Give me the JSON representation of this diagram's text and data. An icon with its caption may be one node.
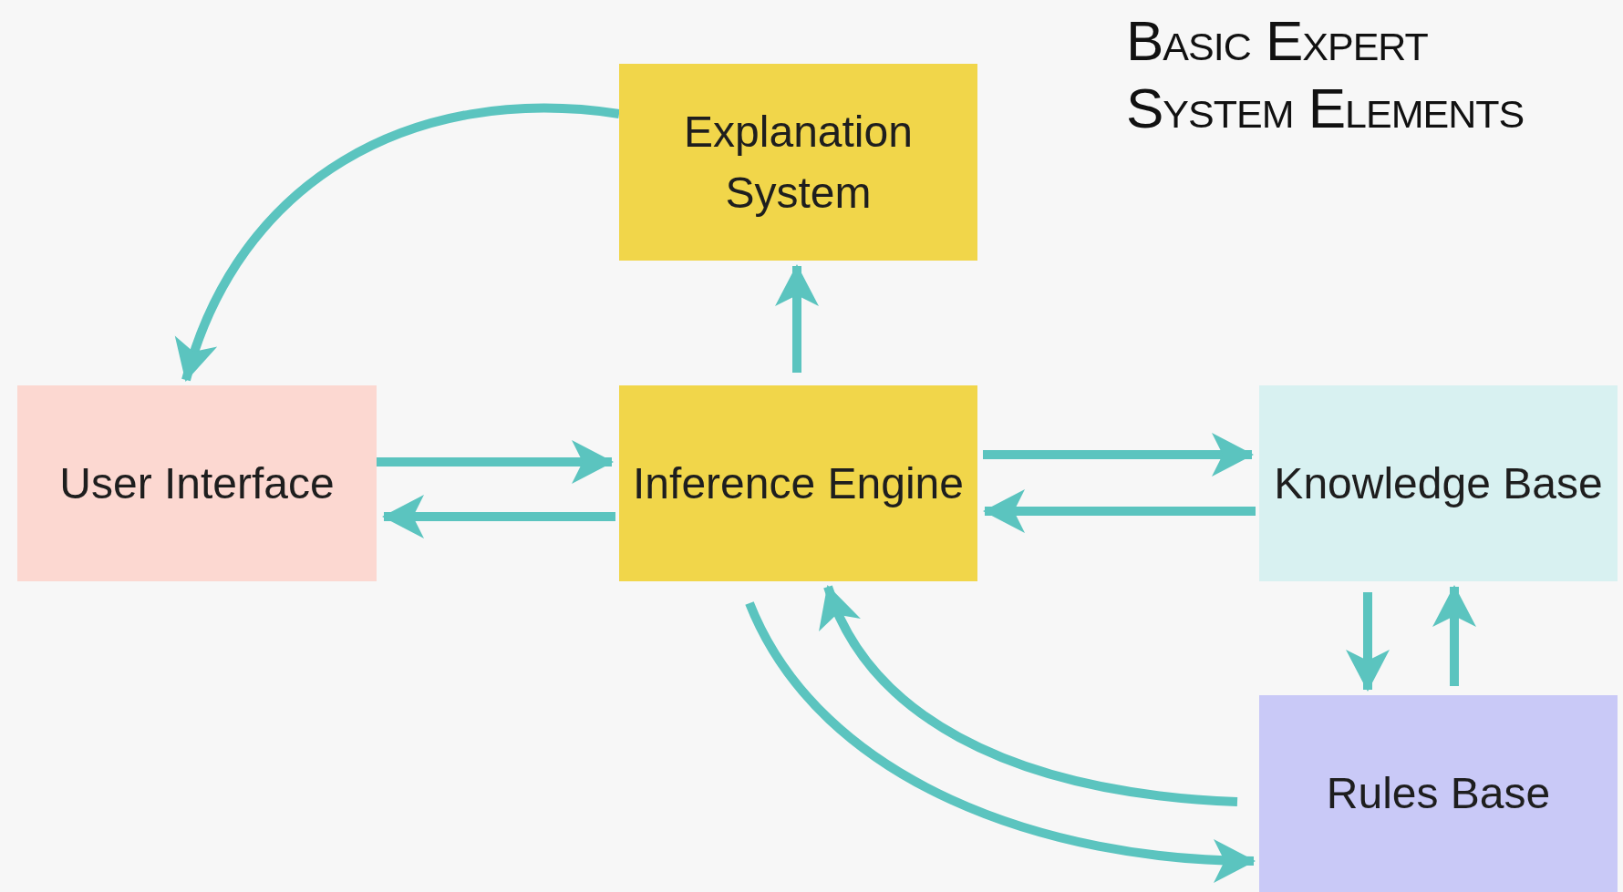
{
  "diagram": {
    "title": "Basic Expert System Elements",
    "nodes": [
      {
        "text": [
          "Explanation System"
        ]
      },
      {
        "text": [
          "User Interface"
        ]
      },
      {
        "text": [
          "Inference Engine"
        ]
      },
      {
        "text": [
          "Knowledge Base"
        ]
      },
      {
        "text": [
          "Rules Base"
        ]
      }
    ],
    "edges": [
      {
        "from": 0,
        "to": 1,
        "arrow": "to"
      },
      {
        "from": 2,
        "to": 0,
        "arrow": "to"
      },
      {
        "from": 1,
        "to": 2,
        "arrow": "to"
      },
      {
        "from": 2,
        "to": 1,
        "arrow": "to"
      },
      {
        "from": 2,
        "to": 3,
        "arrow": "to"
      },
      {
        "from": 3,
        "to": 2,
        "arrow": "to"
      },
      {
        "from": 3,
        "to": 4,
        "arrow": "to"
      },
      {
        "from": 4,
        "to": 3,
        "arrow": "to"
      },
      {
        "from": 4,
        "to": 2,
        "arrow": "to"
      },
      {
        "from": 2,
        "to": 4,
        "arrow": "to"
      }
    ]
  }
}
